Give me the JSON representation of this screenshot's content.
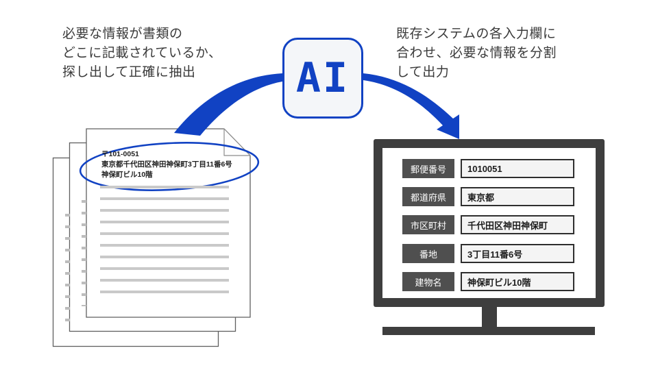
{
  "captions": {
    "left": {
      "lines": [
        "必要な情報が書類の",
        "どこに記載されているか、",
        "探し出して正確に抽出"
      ]
    },
    "right": {
      "lines": [
        "既存システムの各入力欄に",
        "合わせ、必要な情報を分割",
        "して出力"
      ]
    }
  },
  "ai_badge": {
    "label": "AI"
  },
  "document": {
    "address_lines": [
      "〒101-0051",
      "東京都千代田区神田神保町3丁目11番6号",
      "神保町ビル10階"
    ]
  },
  "form": {
    "fields": [
      {
        "label": "郵便番号",
        "value": "1010051"
      },
      {
        "label": "都道府県",
        "value": "東京都"
      },
      {
        "label": "市区町村",
        "value": "千代田区神田神保町"
      },
      {
        "label": "番地",
        "value": "3丁目11番6号"
      },
      {
        "label": "建物名",
        "value": "神保町ビル10階"
      }
    ]
  },
  "icons": {
    "arrow_left": "curved-swoosh-arrow",
    "arrow_right": "curved-arrow-with-head",
    "highlight": "blue-ellipse-circle",
    "fold": "page-dog-ear"
  },
  "colors": {
    "accent_blue": "#1142c3",
    "monitor_gray": "#3e3e3e",
    "field_label_gray": "#4f4f4f",
    "field_value_bg": "#f4f4f4",
    "doc_line_gray": "#c9c9c9",
    "caption_text": "#3a3a3a"
  }
}
